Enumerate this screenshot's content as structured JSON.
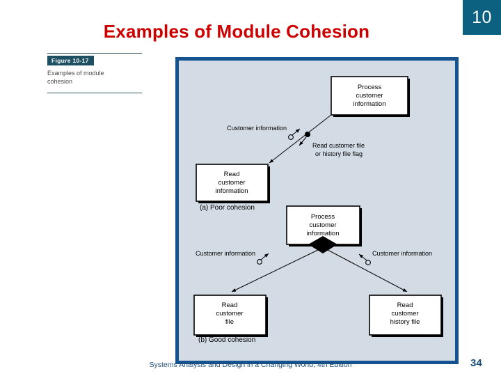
{
  "slide": {
    "number_badge": "10",
    "title": "Examples of Module Cohesion",
    "title_color": "#cc0000",
    "badge_color": "#0d6180"
  },
  "figure_caption": {
    "figure_number": "Figure 10-17",
    "caption_line_1": "Examples of module",
    "caption_line_2": "cohesion",
    "badge_color": "#1d4f63"
  },
  "diagram": {
    "frame_border_color": "#14538f",
    "frame_fill_color": "#d3dbe4",
    "part_a": {
      "label": "(a) Poor cohesion",
      "modules": [
        {
          "name": "process-customer-information",
          "line_1": "Process",
          "line_2": "customer",
          "line_3": "information"
        },
        {
          "name": "read-customer-information",
          "line_1": "Read",
          "line_2": "customer",
          "line_3": "information"
        }
      ],
      "couples": [
        {
          "name": "data-couple-customer-information",
          "type": "data",
          "label_line_1": "Customer information",
          "label_line_2": ""
        },
        {
          "name": "control-flag-read-customer-file",
          "type": "control",
          "label_line_1": "Read customer file",
          "label_line_2": "or history file flag"
        }
      ]
    },
    "part_b": {
      "label": "(b) Good cohesion",
      "modules": [
        {
          "name": "process-customer-information",
          "line_1": "Process",
          "line_2": "customer",
          "line_3": "information"
        },
        {
          "name": "read-customer-file",
          "line_1": "Read",
          "line_2": "customer",
          "line_3": "file"
        },
        {
          "name": "read-customer-history-file",
          "line_1": "Read",
          "line_2": "customer",
          "line_3": "history file"
        }
      ],
      "couples": [
        {
          "name": "data-couple-left",
          "type": "data",
          "label_line_1": "Customer information"
        },
        {
          "name": "data-couple-right",
          "type": "data",
          "label_line_1": "Customer information"
        }
      ]
    }
  },
  "footer": {
    "source": "Systems Analysis and Design in a Changing World, 4th Edition",
    "page_number": "34",
    "color": "#1d4e79"
  }
}
